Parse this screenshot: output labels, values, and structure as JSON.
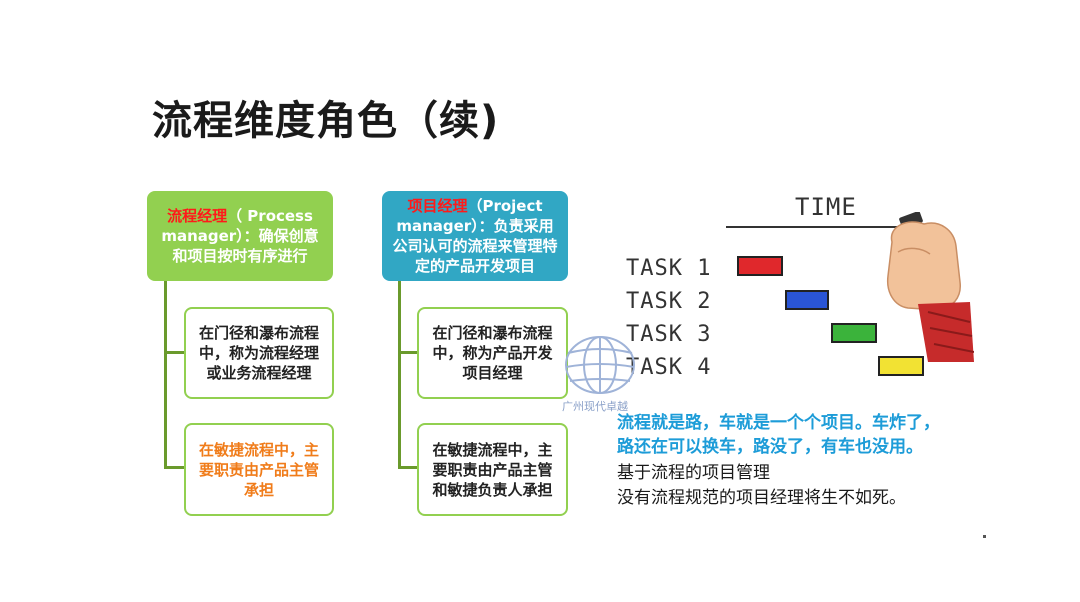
{
  "title": "流程维度角色（续)",
  "process_manager": {
    "header_red": "流程经理",
    "header_rest": "（ Process manager）：确保创意和项目按时有序进行",
    "child1": "在门径和瀑布流程中，称为流程经理或业务流程经理",
    "child2": "在敏捷流程中，主要职责由产品主管承担"
  },
  "project_manager": {
    "header_red": "项目经理",
    "header_rest": "（Project manager）：负责采用公司认可的流程来管理特定的产品开发项目",
    "child1": "在门径和瀑布流程中，称为产品开发项目经理",
    "child2": "在敏捷流程中，主要职责由产品主管和敏捷负责人承担"
  },
  "gantt": {
    "time_label": "TIME",
    "tasks": [
      "TASK 1",
      "TASK 2",
      "TASK 3",
      "TASK 4"
    ],
    "bar_colors": [
      "#e0282c",
      "#2a55d6",
      "#3bb33b",
      "#f2e233"
    ]
  },
  "watermark": "广州现代卓越",
  "text_lines": {
    "blue1": "流程就是路，车就是一个个项目。车炸了，",
    "blue2": "路还在可以换车，路没了，有车也没用。",
    "dark1": "基于流程的项目管理",
    "dark2": "没有流程规范的项目经理将生不如死。"
  },
  "colors": {
    "green": "#92d050",
    "teal": "#31a7c4",
    "red": "#ff1a1a",
    "orange": "#f07c1a",
    "blue_text": "#1d9cd8"
  }
}
